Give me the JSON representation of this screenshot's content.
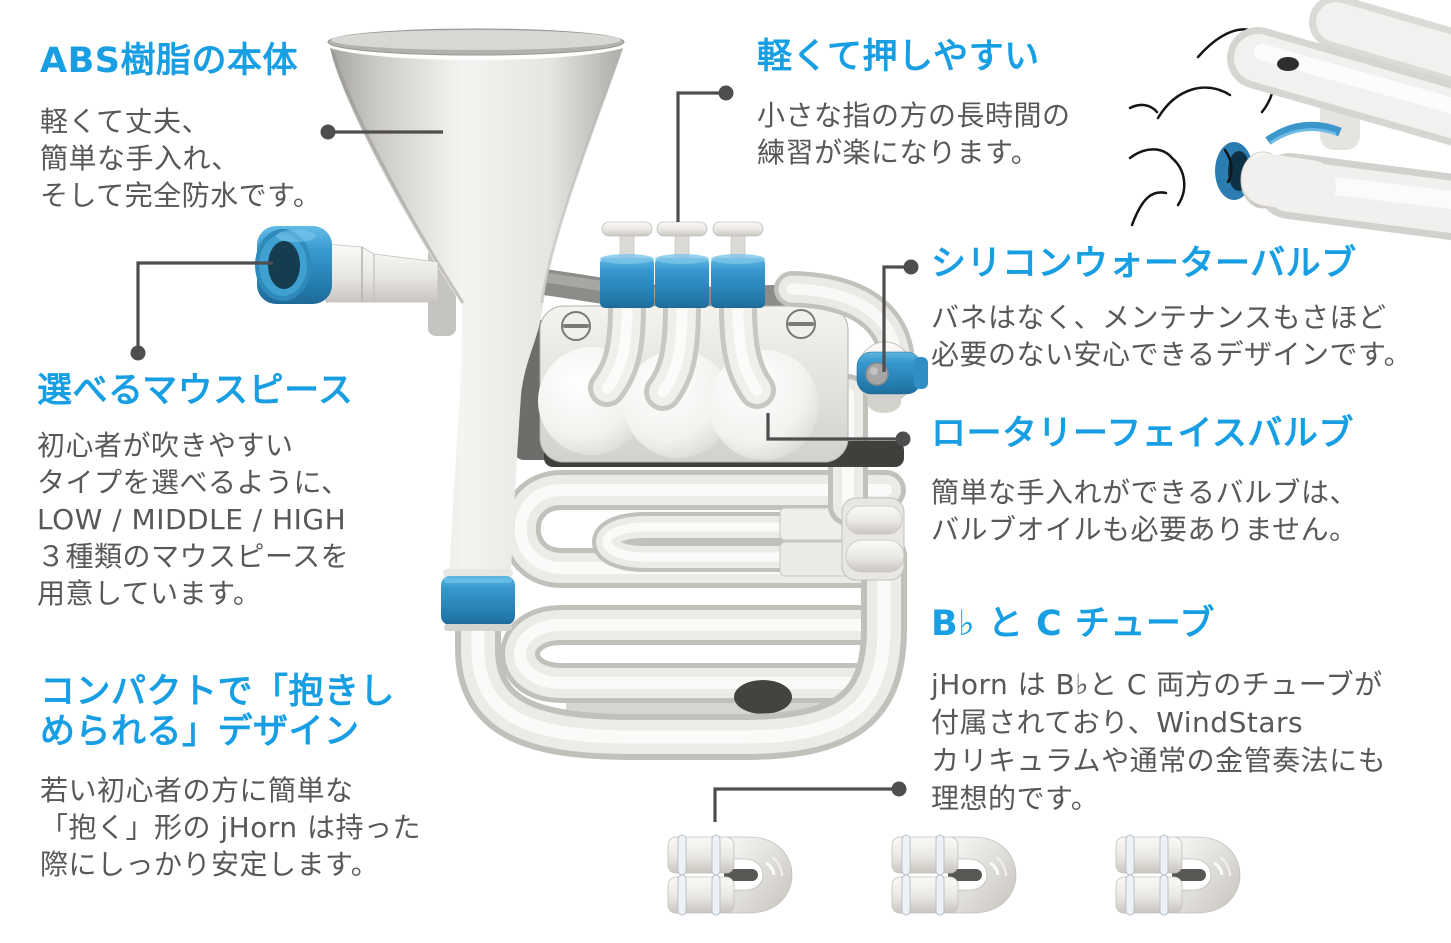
{
  "page": {
    "product": "jHorn",
    "background": "#ffffff"
  },
  "colors": {
    "heading_blue": "#189fe3",
    "body_gray": "#595757",
    "callout_gray": "#4f4d4d",
    "accent_blue": "#2e8ec2",
    "accent_blue_light": "#4aa9dc"
  },
  "sections": {
    "abs": {
      "title": "ABS樹脂の本体",
      "body": "軽くて丈夫、\n簡単な手入れ、\nそして完全防水です。"
    },
    "press": {
      "title": "軽くて押しやすい",
      "body": "小さな指の方の長時間の\n練習が楽になります。"
    },
    "water": {
      "title": "シリコンウォーターバルブ",
      "body": "バネはなく、メンテナンスもさほど\n必要のない安心できるデザインです。"
    },
    "rotary": {
      "title": "ロータリーフェイスバルブ",
      "body": "簡単な手入れができるバルブは、\nバルブオイルも必要ありません。"
    },
    "mouthpiece": {
      "title": "選べるマウスピース",
      "body": "初心者が吹きやすい\nタイプを選べるように、\nLOW / MIDDLE / HIGH\n３種類のマウスピースを\n用意しています。"
    },
    "compact": {
      "title": "コンパクトで「抱きし\nめられる」デザイン",
      "body": "若い初心者の方に簡単な\n「抱く」形の jHorn は持った\n際にしっかり安定します。"
    },
    "tubes": {
      "title": "B♭ と C チューブ",
      "body": "jHorn は B♭と C 両方のチューブが\n付属されており、WindStars\nカリキュラムや通常の金管奏法にも\n理想的です。"
    }
  },
  "figures": {
    "horn": "jhorn-body-render",
    "hand": "finger-pressing-valve",
    "elbow_tubes": "bflat-c-tube-elbows"
  }
}
